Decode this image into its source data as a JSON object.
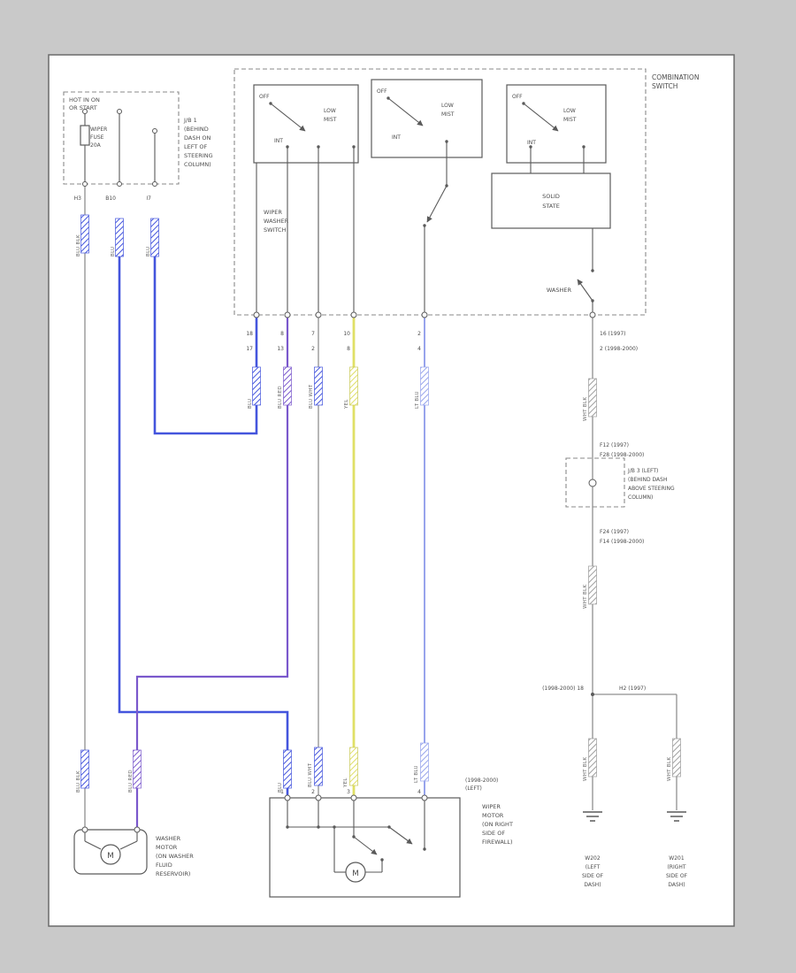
{
  "colors": {
    "background": "#c9c9c9",
    "sheet": "#ffffff",
    "line": "#5a5a5a",
    "wire_gray": "#8f8f8f",
    "blue": "#4455dd",
    "purple": "#7a58cc",
    "yellow": "#e0e066",
    "light_blue": "#97a4ec",
    "text": "#4c4c4c"
  },
  "power": {
    "hot_label": [
      "HOT IN ON",
      "OR START"
    ],
    "fuse_label": [
      "WIPER",
      "FUSE",
      "20A"
    ],
    "jb1_label": [
      "J/B 1",
      "(BEHIND",
      "DASH ON",
      "LEFT OF",
      "STEERING",
      "COLUMN)"
    ],
    "terminals": [
      "H3",
      "B10",
      "I7"
    ]
  },
  "combo_switch": {
    "title": [
      "COMBINATION",
      "SWITCH"
    ],
    "sub_label": [
      "WIPER",
      "WASHER",
      "SWITCH"
    ],
    "solid_state": [
      "SOLID",
      "STATE"
    ],
    "washer_label": "WASHER",
    "pos_off": "OFF",
    "pos_int": "INT",
    "pos_low": "LOW",
    "pos_mist": "MIST"
  },
  "switch_terminals": {
    "y97": [
      "18",
      "8",
      "7",
      "10",
      "2"
    ],
    "y00": [
      "17",
      "13",
      "2",
      "8",
      "4"
    ],
    "right_y97": "16  (1997)",
    "right_y00": "2  (1998-2000)"
  },
  "jb3": {
    "label": [
      "J/B 3 (LEFT)",
      "(BEHIND DASH",
      "ABOVE STEERING",
      "COLUMN)"
    ],
    "top_97": "F12 (1997)",
    "top_00": "F28 (1998-2000)",
    "bottom_97": "F24 (1997)",
    "bottom_00": "F14 (1998-2000)"
  },
  "h2_junction": {
    "left": "(1998-2000) 18",
    "right": "H2 (1997)"
  },
  "wire_colors": {
    "blu": "BLU",
    "blu_blk": "BLU BLK",
    "blu_red": "BLU RED",
    "blu_wht": "BLU WHT",
    "yel": "YEL",
    "lt_blu": "LT BLU",
    "wht_blk": "WHT BLK"
  },
  "wiper_motor": {
    "label": [
      "WIPER",
      "MOTOR",
      "(ON RIGHT",
      "SIDE OF",
      "FIREWALL)"
    ],
    "note": [
      "(1998-2000)",
      "(LEFT)"
    ],
    "terminals": [
      "1",
      "2",
      "3",
      "4"
    ],
    "motor_symbol": "M"
  },
  "washer_motor": {
    "label": [
      "WASHER",
      "MOTOR",
      "(ON WASHER",
      "FLUID",
      "RESERVOIR)"
    ],
    "motor_symbol": "M"
  },
  "grounds": {
    "left": [
      "W202",
      "(LEFT",
      "SIDE OF",
      "DASH)"
    ],
    "right": [
      "W201",
      "(RIGHT",
      "SIDE OF",
      "DASH)"
    ]
  }
}
